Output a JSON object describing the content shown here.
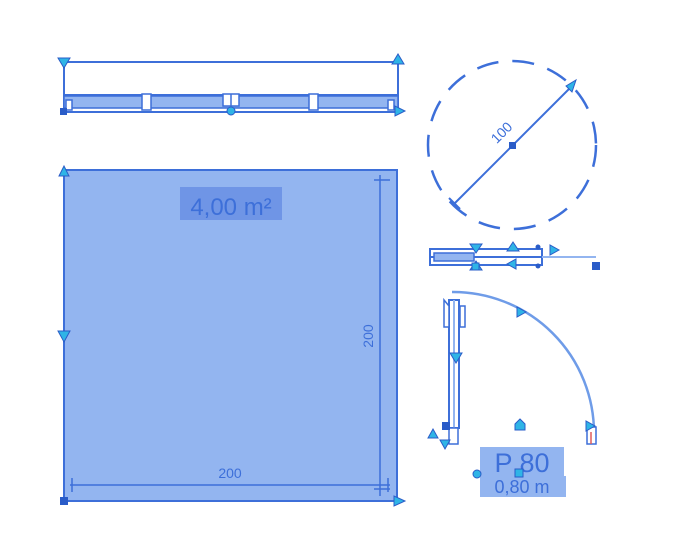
{
  "room": {
    "area_label": "4,00 m²",
    "dim_vertical": "200",
    "dim_horizontal": "200"
  },
  "circle": {
    "dim_label": "100"
  },
  "door": {
    "tag_label": "P 80",
    "width_label": "0,80 m"
  },
  "colors": {
    "fill": "#93b5f0",
    "stroke": "#3d6fd9",
    "grip": "#2a5cc8",
    "grip_arrow": "#2fb4e6",
    "highlight": "#6f95e6",
    "arc": "#6f9ce8"
  }
}
